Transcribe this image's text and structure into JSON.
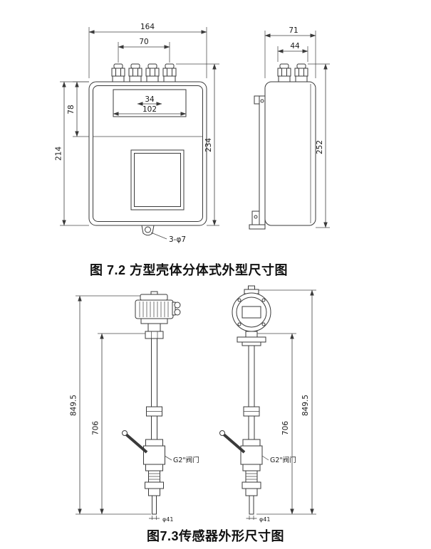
{
  "figure_7_2": {
    "caption": "图 7.2 方型壳体分体式外型尺寸图",
    "front_view": {
      "dim_overall_width": "164",
      "dim_gland_span": "70",
      "dim_terminal_inner": "34",
      "dim_terminal_outer": "102",
      "dim_top_section_height": "78",
      "dim_body_height": "214",
      "dim_total_height": "234",
      "mounting_hole_label": "3-φ7"
    },
    "side_view": {
      "dim_overall_depth": "71",
      "dim_gland_span": "44",
      "dim_total_height": "252"
    }
  },
  "figure_7_3": {
    "caption": "图7.3传感器外形尺寸图",
    "left_sensor": {
      "dim_overall_length": "849.5",
      "dim_insertion_length": "706",
      "valve_label": "G2\"阀门",
      "probe_diameter": "φ41"
    },
    "right_sensor": {
      "dim_overall_length": "849.5",
      "dim_insertion_length": "706",
      "valve_label": "G2\"阀门",
      "probe_diameter": "φ41"
    }
  }
}
